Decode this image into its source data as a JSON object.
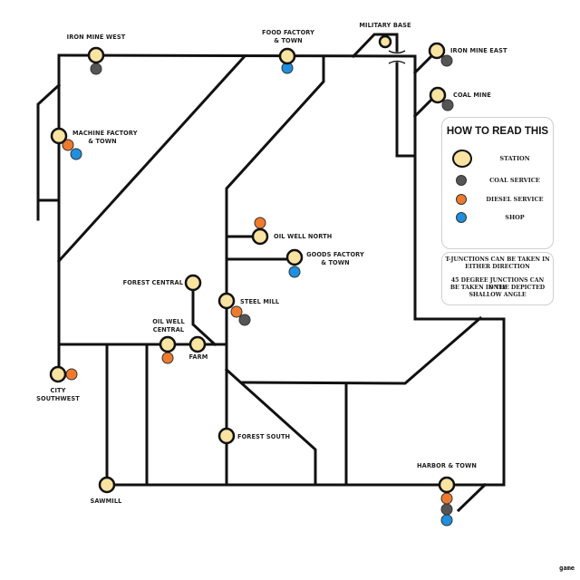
{
  "colors": {
    "track": "#111111",
    "station_fill": "#f8e3a0",
    "station_stroke": "#111111",
    "coal": "#555555",
    "diesel": "#ef7a2d",
    "shop": "#1e90df"
  },
  "stations": {
    "iron_mine_west": {
      "name": "IRON MINE WEST",
      "services": [
        "coal"
      ]
    },
    "food_factory": {
      "name_line1": "FOOD FACTORY",
      "name_line2": "& TOWN",
      "services": [
        "shop"
      ]
    },
    "military_base": {
      "name": "MILITARY BASE",
      "services": []
    },
    "iron_mine_east": {
      "name": "IRON MINE EAST",
      "services": [
        "coal"
      ]
    },
    "coal_mine": {
      "name": "COAL MINE",
      "services": [
        "coal"
      ]
    },
    "machine_factory": {
      "name_line1": "MACHINE FACTORY",
      "name_line2": "& TOWN",
      "services": [
        "diesel",
        "shop"
      ]
    },
    "oil_well_north": {
      "name": "OIL WELL NORTH",
      "services": [
        "diesel"
      ]
    },
    "goods_factory": {
      "name_line1": "GOODS FACTORY",
      "name_line2": "& TOWN",
      "services": [
        "shop"
      ]
    },
    "forest_central": {
      "name": "FOREST CENTRAL",
      "services": []
    },
    "steel_mill": {
      "name": "STEEL MILL",
      "services": [
        "diesel",
        "coal"
      ]
    },
    "oil_well_central": {
      "name_line1": "OIL WELL",
      "name_line2": "CENTRAL",
      "services": [
        "diesel"
      ]
    },
    "farm": {
      "name": "FARM",
      "services": []
    },
    "city_southwest": {
      "name_line1": "CITY",
      "name_line2": "SOUTHWEST",
      "services": [
        "diesel"
      ]
    },
    "forest_south": {
      "name": "FOREST SOUTH",
      "services": []
    },
    "sawmill": {
      "name": "SAWMILL",
      "services": []
    },
    "harbor": {
      "name": "HARBOR & TOWN",
      "services": [
        "diesel",
        "coal",
        "shop"
      ]
    }
  },
  "legend": {
    "title": "HOW TO READ THIS",
    "items": [
      {
        "label": "STATION",
        "type": "station"
      },
      {
        "label": "COAL SERVICE",
        "type": "coal"
      },
      {
        "label": "DIESEL SERVICE",
        "type": "diesel"
      },
      {
        "label": "SHOP",
        "type": "shop"
      }
    ]
  },
  "notes": {
    "line1": "T-JUNCTIONS CAN BE TAKEN IN",
    "line2": "EITHER DIRECTION",
    "line3": "45 DEGREE JUNCTIONS CAN ONLY",
    "line4": "BE TAKEN IN THE DEPICTED",
    "line5": "SHALLOW ANGLE"
  },
  "watermark": "game"
}
